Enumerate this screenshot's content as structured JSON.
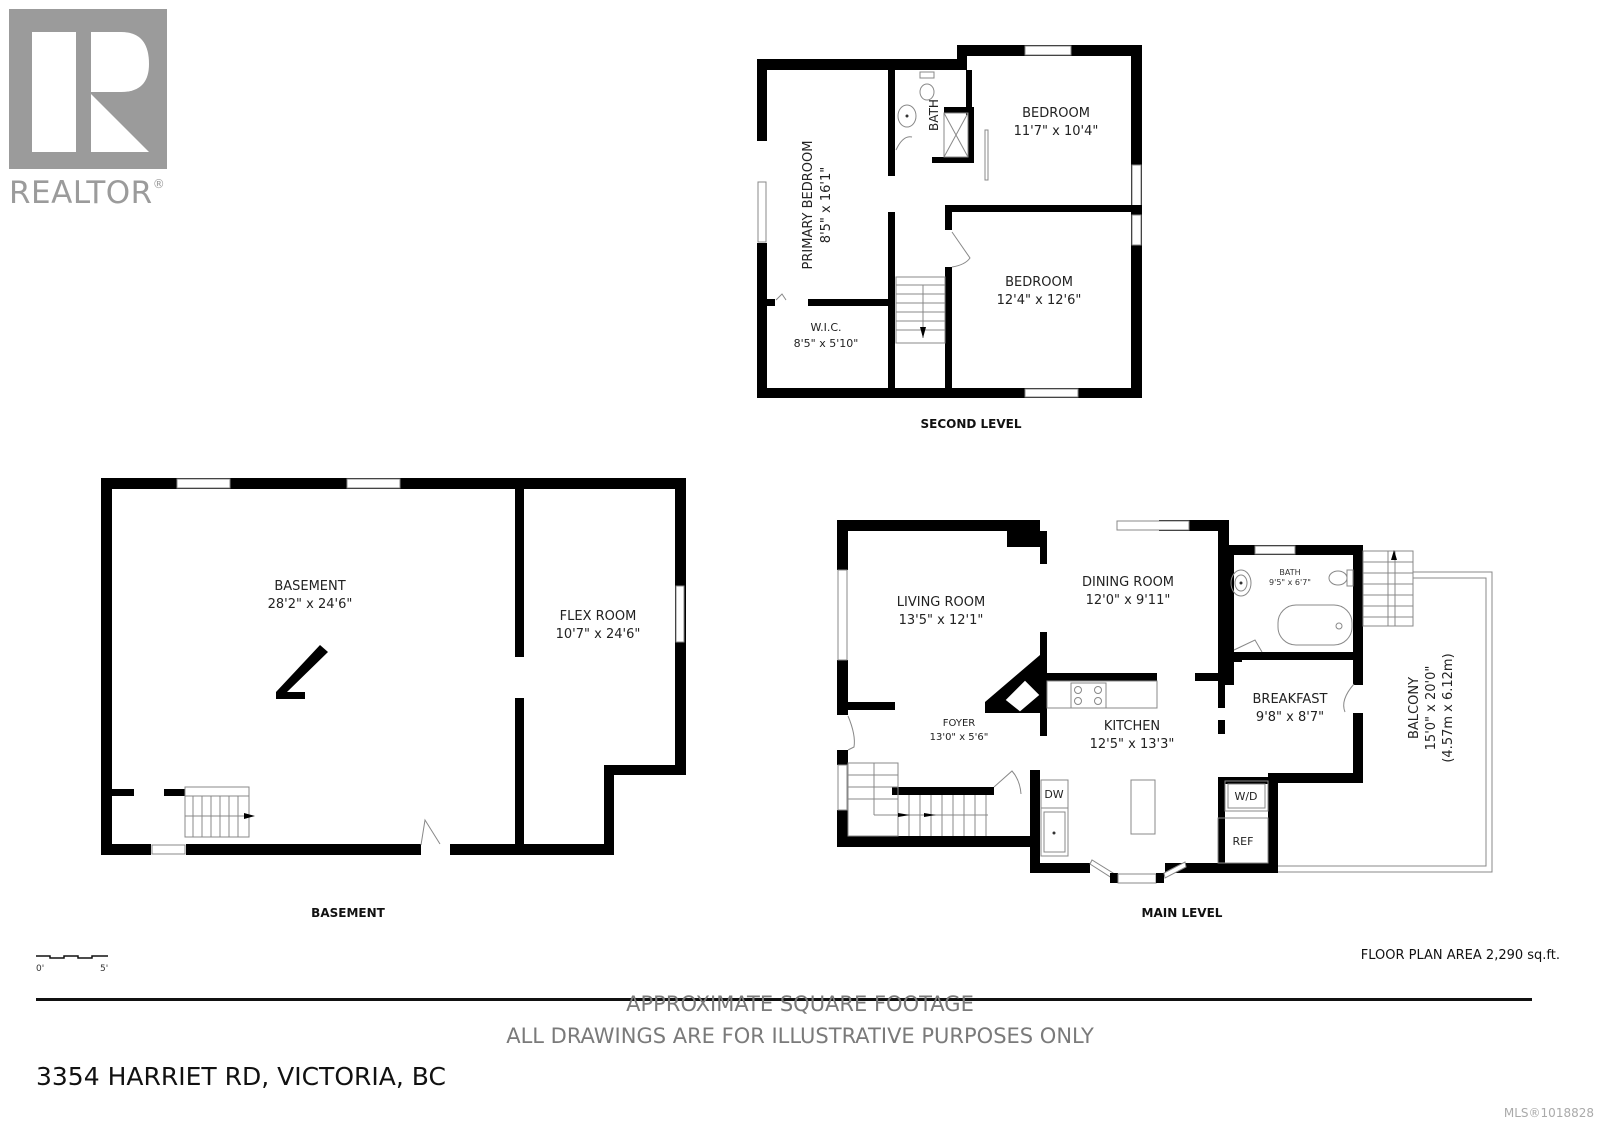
{
  "logo": {
    "brand_text": "REALTOR",
    "registered_mark": "®",
    "color": "#9b9b9b"
  },
  "second_level": {
    "title": "SECOND LEVEL",
    "rooms": [
      {
        "name": "PRIMARY BEDROOM",
        "dims": "8'5\" x 16'1\""
      },
      {
        "name": "BATH",
        "dims": ""
      },
      {
        "name": "BEDROOM",
        "dims": "11'7\" x 10'4\""
      },
      {
        "name": "BEDROOM",
        "dims": "12'4\" x 12'6\""
      },
      {
        "name": "W.I.C.",
        "dims": "8'5\" x 5'10\""
      }
    ]
  },
  "basement": {
    "title": "BASEMENT",
    "rooms": [
      {
        "name": "BASEMENT",
        "dims": "28'2\" x 24'6\""
      },
      {
        "name": "FLEX ROOM",
        "dims": "10'7\" x 24'6\""
      }
    ]
  },
  "main_level": {
    "title": "MAIN LEVEL",
    "rooms": [
      {
        "name": "LIVING ROOM",
        "dims": "13'5\" x 12'1\""
      },
      {
        "name": "DINING ROOM",
        "dims": "12'0\" x 9'11\""
      },
      {
        "name": "FOYER",
        "dims": "13'0\" x 5'6\""
      },
      {
        "name": "KITCHEN",
        "dims": "12'5\" x 13'3\""
      },
      {
        "name": "BATH",
        "dims": "9'5\" x 6'7\""
      },
      {
        "name": "BREAKFAST",
        "dims": "9'8\" x 8'7\""
      },
      {
        "name": "BALCONY",
        "dims": "15'0\" x 20'0\"",
        "metric": "(4.57m x 6.12m)"
      }
    ],
    "fixtures": {
      "dishwasher": "DW",
      "washer_dryer": "W/D",
      "refrigerator": "REF"
    }
  },
  "scale_bar": {
    "start": "0'",
    "end": "5'"
  },
  "floor_plan_area": "FLOOR PLAN AREA 2,290 sq.ft.",
  "disclaimer": {
    "line1": "APPROXIMATE SQUARE FOOTAGE",
    "line2": "ALL DRAWINGS ARE FOR ILLUSTRATIVE PURPOSES ONLY"
  },
  "address": "3354 HARRIET RD, VICTORIA, BC",
  "mls": "MLS®1018828"
}
